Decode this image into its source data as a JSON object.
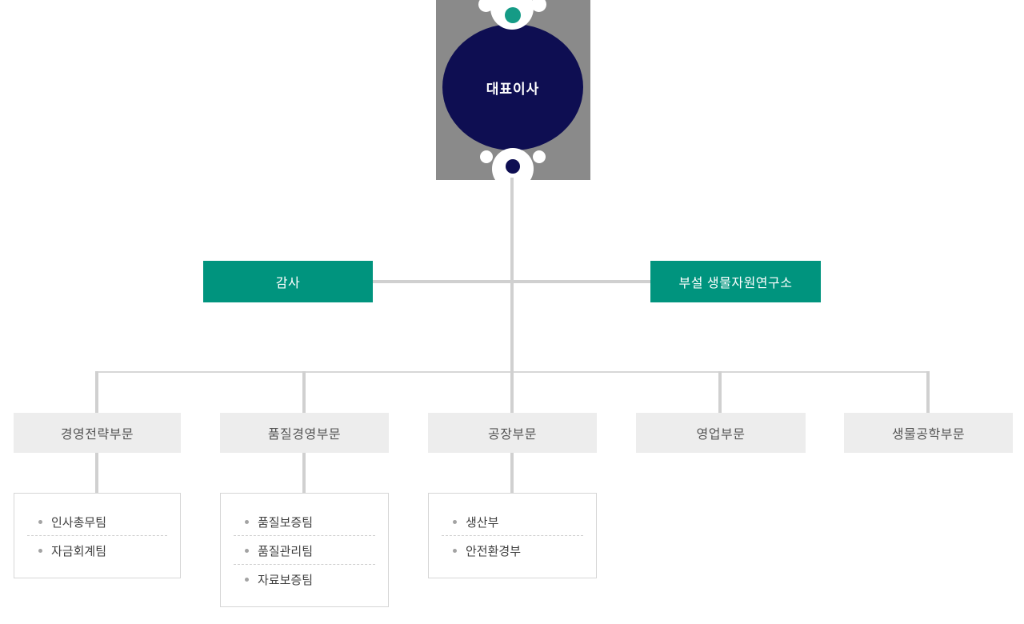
{
  "chart": {
    "root": {
      "label": "대표이사"
    },
    "staff": [
      {
        "label": "감사"
      },
      {
        "label": "부설 생물자원연구소"
      }
    ],
    "divisions": [
      {
        "label": "경영전략부문",
        "teams": [
          "인사총무팀",
          "자금회계팀"
        ]
      },
      {
        "label": "품질경영부문",
        "teams": [
          "품질보증팀",
          "품질관리팀",
          "자료보증팀"
        ]
      },
      {
        "label": "공장부문",
        "teams": [
          "생산부",
          "안전환경부"
        ]
      },
      {
        "label": "영업부문",
        "teams": []
      },
      {
        "label": "생물공학부문",
        "teams": []
      }
    ]
  },
  "colors": {
    "brand_teal": "#00947e",
    "brand_navy": "#0e0e52",
    "node_gray": "#8a8a8a",
    "connector_gray": "#d0d0d0",
    "division_bg": "#ededed"
  }
}
